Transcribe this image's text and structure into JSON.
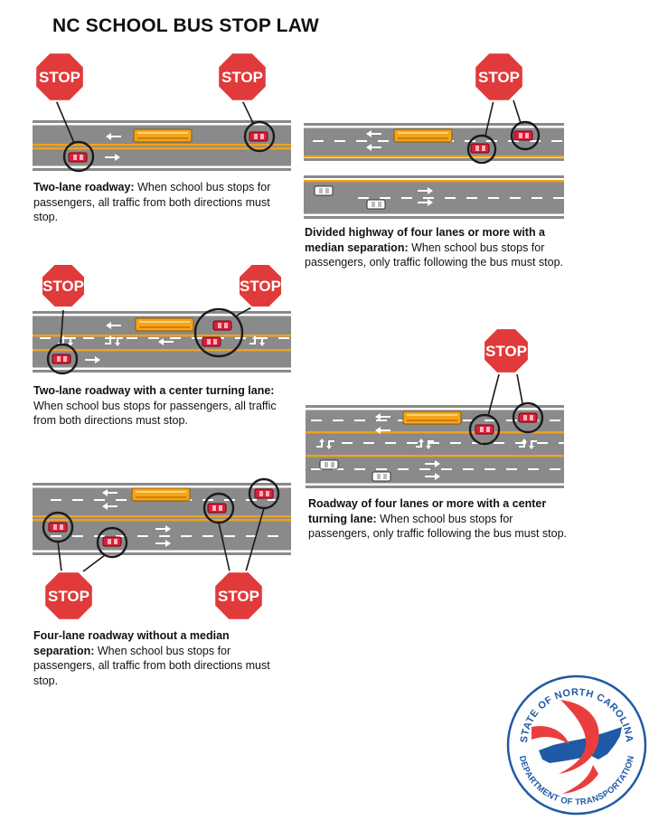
{
  "title": "NC SCHOOL BUS STOP LAW",
  "stop_sign": {
    "text": "STOP",
    "color": "#e03a3a"
  },
  "colors": {
    "road": "#8a8a8a",
    "lane_yellow": "#f0a21c",
    "lane_white": "#ffffff",
    "bus": "#f5a41a",
    "stopping_car": "#d8203c",
    "passing_car": "#ffffff",
    "seal_blue": "#1f5aa6",
    "seal_red": "#ea3e3e"
  },
  "icons": [
    "stop-sign-icon",
    "school-bus-icon",
    "car-icon",
    "arrow-icon",
    "turn-arrow-icon",
    "callout-circle-icon"
  ],
  "panels": [
    {
      "id": "two-lane",
      "caption_bold": "Two-lane roadway:",
      "caption_text": " When school bus stops for passengers, all traffic from both directions must stop."
    },
    {
      "id": "divided",
      "caption_bold": "Divided highway of four lanes or more with a median separation:",
      "caption_text": " When school bus stops for passengers, only traffic following the bus must stop."
    },
    {
      "id": "center-turn",
      "caption_bold": "Two-lane roadway with a center turning lane:",
      "caption_text": " When school bus stops for passengers, all traffic from both directions must stop."
    },
    {
      "id": "four-center",
      "caption_bold": "Roadway of four lanes or more with a center turning lane:",
      "caption_text": " When school bus stops for passengers, only traffic following the bus must stop."
    },
    {
      "id": "four-no-median",
      "caption_bold": "Four-lane roadway without a median separation:",
      "caption_text": " When school bus stops for passengers, all traffic from both directions must stop."
    }
  ],
  "seal": {
    "top_text": "STATE OF NORTH CAROLINA",
    "bottom_text": "DEPARTMENT OF TRANSPORTATION"
  }
}
